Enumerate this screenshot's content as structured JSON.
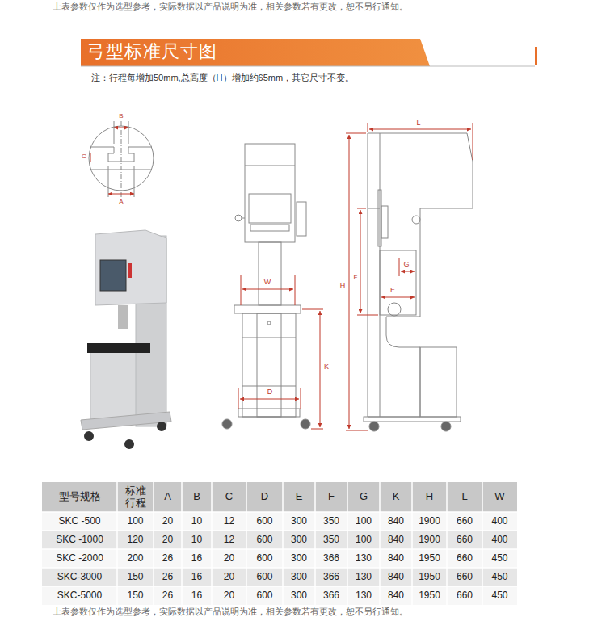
{
  "diagram": {
    "title": "弓型标准尺寸图",
    "labels": [
      "上表参数仅作为选型参考，实际数据以产品说明为准，相关参数若有更改，恕不另行通知。",
      "注：行程每增加50mm,总高度（H）增加约65mm，其它尺寸不变。",
      "B",
      "C",
      "A",
      "W",
      "D",
      "K",
      "L",
      "H",
      "F",
      "G",
      "E",
      "型号规格",
      "标准行程",
      "A",
      "B",
      "C",
      "D",
      "E",
      "F",
      "G",
      "K",
      "H",
      "L",
      "W",
      "SKC -500",
      "100",
      "20",
      "10",
      "12",
      "600",
      "300",
      "350",
      "100",
      "840",
      "1900",
      "660",
      "400",
      "SKC -1000",
      "120",
      "20",
      "10",
      "12",
      "600",
      "300",
      "350",
      "100",
      "840",
      "1900",
      "660",
      "400",
      "SKC -2000",
      "200",
      "26",
      "16",
      "20",
      "600",
      "300",
      "366",
      "130",
      "840",
      "1950",
      "660",
      "450",
      "SKC-3000",
      "150",
      "26",
      "16",
      "20",
      "600",
      "300",
      "366",
      "130",
      "840",
      "1950",
      "660",
      "450",
      "SKC-5000",
      "150",
      "26",
      "16",
      "20",
      "600",
      "300",
      "366",
      "130",
      "840",
      "1950",
      "660",
      "450",
      "上表参数仅作为选型参考，实际数据以产品说明为准，相关参数若有更改，恕不另行通知。"
    ]
  }
}
